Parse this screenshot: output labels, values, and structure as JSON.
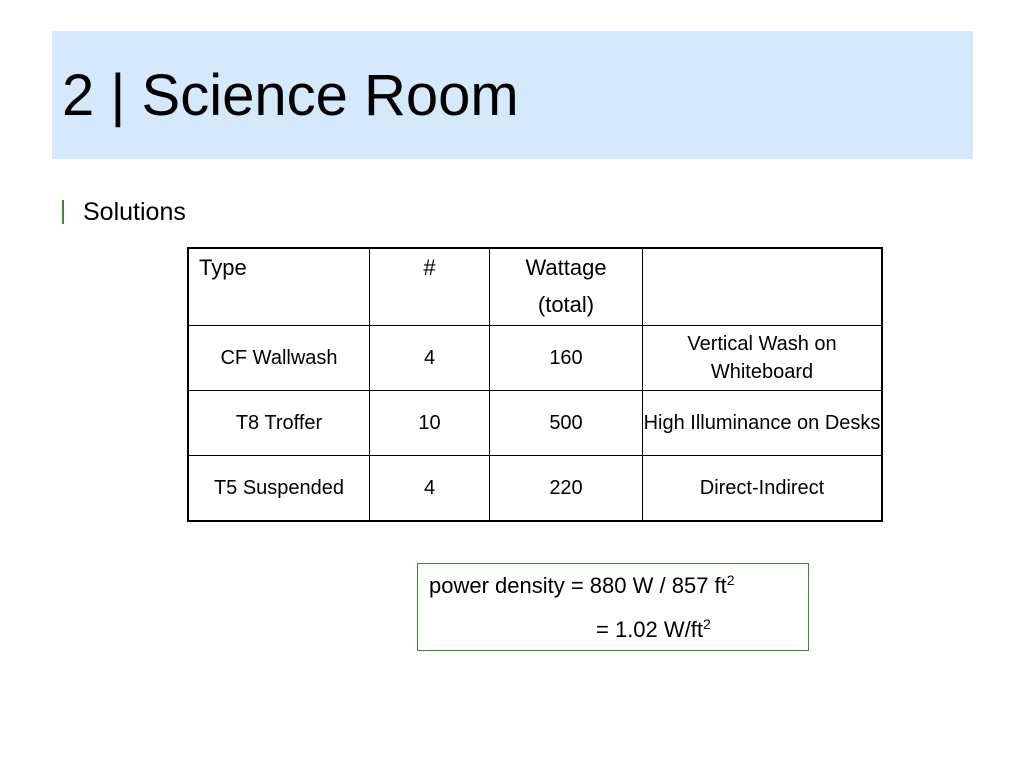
{
  "title": "2 | Science Room",
  "bullet": {
    "text": "Solutions",
    "color": "#3a8a2e"
  },
  "title_bar_color": "#d6e8fc",
  "table": {
    "headers": {
      "type": "Type",
      "count": "#",
      "wattage_line1": "Wattage",
      "wattage_line2": "(total)",
      "notes": ""
    },
    "rows": [
      {
        "type": "CF Wallwash",
        "count": "4",
        "wattage": "160",
        "notes": "Vertical Wash on Whiteboard"
      },
      {
        "type": "T8 Troffer",
        "count": "10",
        "wattage": "500",
        "notes": "High Illuminance on Desks"
      },
      {
        "type": "T5 Suspended",
        "count": "4",
        "wattage": "220",
        "notes": "Direct-Indirect"
      }
    ]
  },
  "power_density": {
    "line1_text": "power density = 880 W / 857 ft",
    "line1_sup": "2",
    "line2_text": "= 1.02 W/ft",
    "line2_sup": "2",
    "border_color": "#3a8a2e"
  }
}
